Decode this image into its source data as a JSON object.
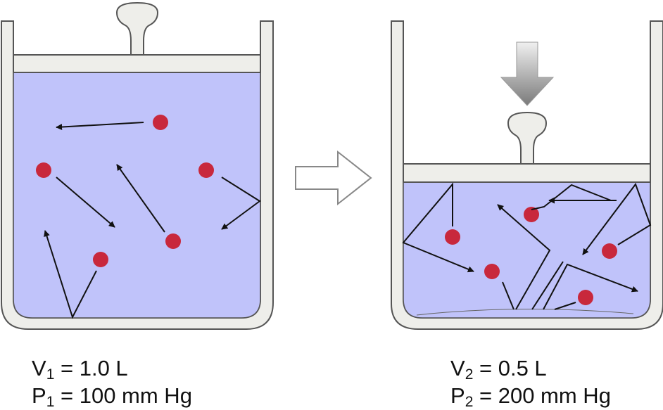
{
  "before": {
    "volume": {
      "symbol": "V",
      "subscript": "1",
      "value": "= 1.0 L"
    },
    "pressure": {
      "symbol": "P",
      "subscript": "1",
      "value": "= 100 mm Hg"
    }
  },
  "after": {
    "volume": {
      "symbol": "V",
      "subscript": "2",
      "value": "= 0.5 L"
    },
    "pressure": {
      "symbol": "P",
      "subscript": "2",
      "value": "= 200 mm Hg"
    }
  },
  "colors": {
    "gas": "#c0c3fa",
    "wall": "#eeeeea",
    "outline": "#555555",
    "molecule": "#c8283c",
    "arrow": "#111111",
    "push_arrow": "#8c8c8c"
  }
}
